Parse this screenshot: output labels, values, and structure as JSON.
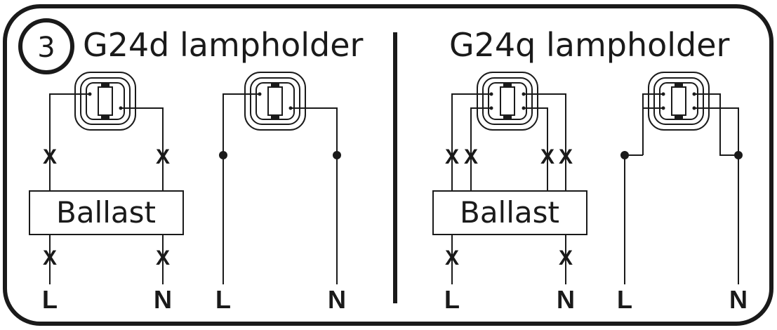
{
  "step_number": "3",
  "panels": [
    {
      "id": "g24d",
      "title": "G24d lampholder"
    },
    {
      "id": "g24q",
      "title": "G24q lampholder"
    }
  ],
  "labels": {
    "ballast": "Ballast",
    "line": "L",
    "neutral": "N",
    "cut_mark": "X"
  },
  "colors": {
    "ink": "#1a1a1a",
    "background": "#ffffff"
  },
  "icons": [
    "lampholder-icon",
    "junction-dot-icon",
    "cut-mark-icon"
  ]
}
